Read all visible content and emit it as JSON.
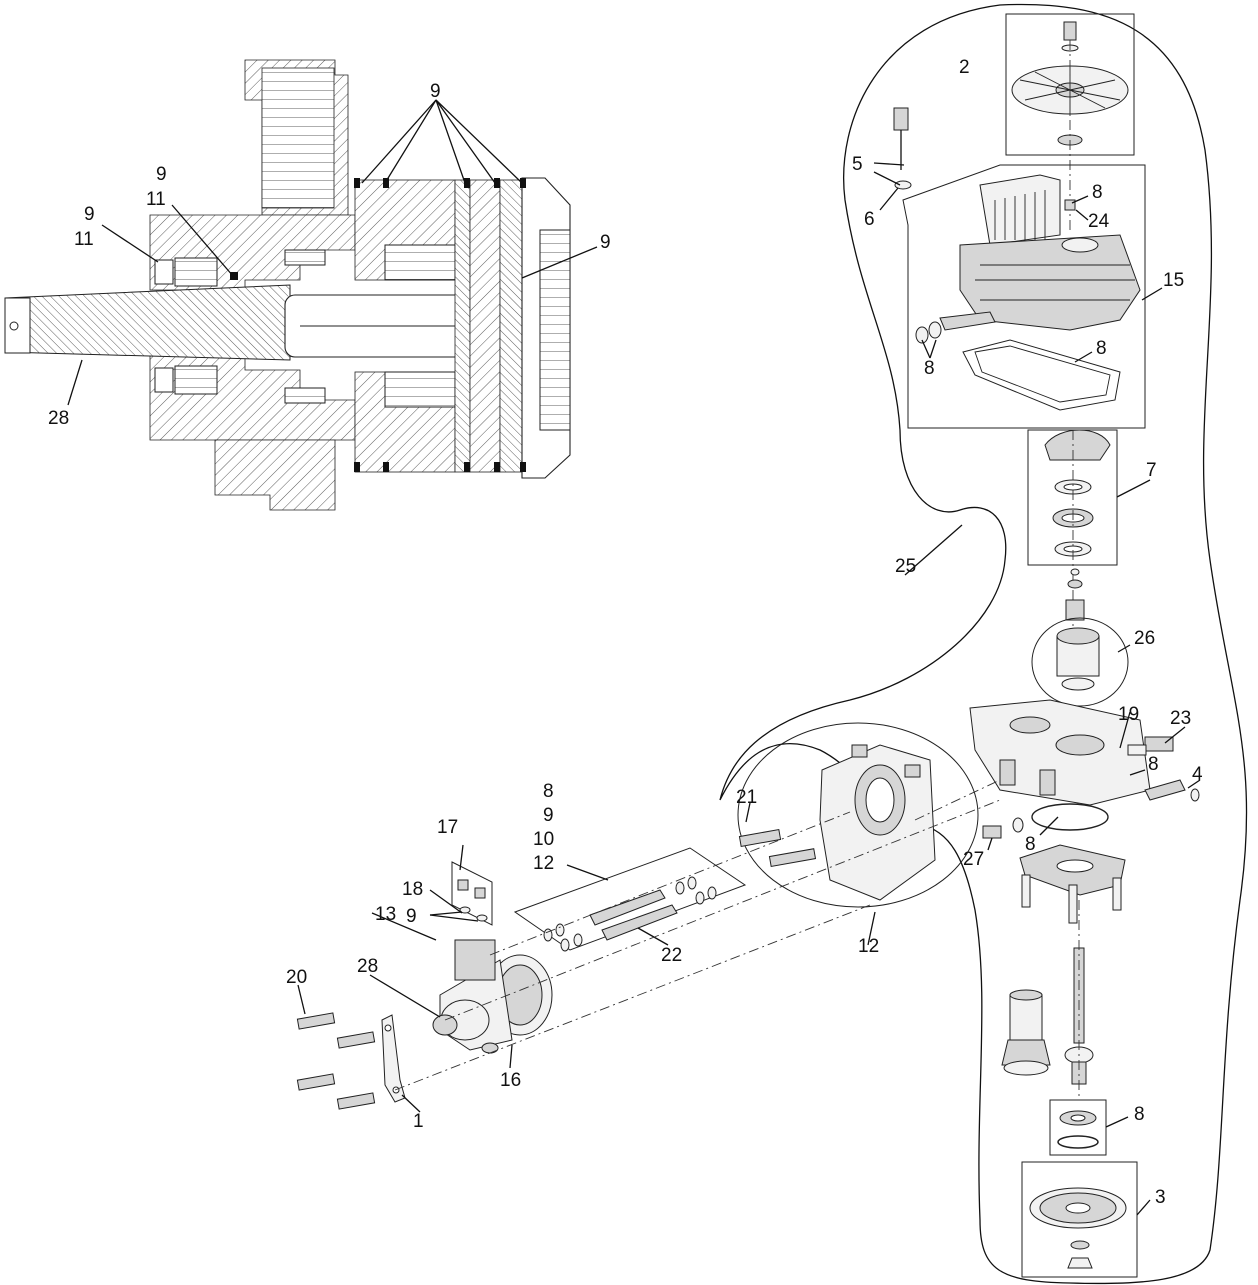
{
  "diagram": {
    "callouts": {
      "sect_9_top": "9",
      "sect_9_left": "9",
      "sect_11_left": "11",
      "sect_9_mid": "9",
      "sect_11_mid": "11",
      "sect_9_right": "9",
      "sect_28": "28",
      "c2": "2",
      "c5": "5",
      "c6": "6",
      "c8_top": "8",
      "c24": "24",
      "c15": "15",
      "c8_gasket": "8",
      "c8_left": "8",
      "c7": "7",
      "c25": "25",
      "c26": "26",
      "c19": "19",
      "c23": "23",
      "c8_valve": "8",
      "c4": "4",
      "c21": "21",
      "c27": "27",
      "c8_oring": "8",
      "c12": "12",
      "c22": "22",
      "k_8": "8",
      "k_9": "9",
      "k_10": "10",
      "k_12": "12",
      "c17": "17",
      "c18": "18",
      "c13": "13",
      "c9_small": "9",
      "c20": "20",
      "c28": "28",
      "c16": "16",
      "c1": "1",
      "c8_bottom": "8",
      "c3": "3"
    }
  }
}
